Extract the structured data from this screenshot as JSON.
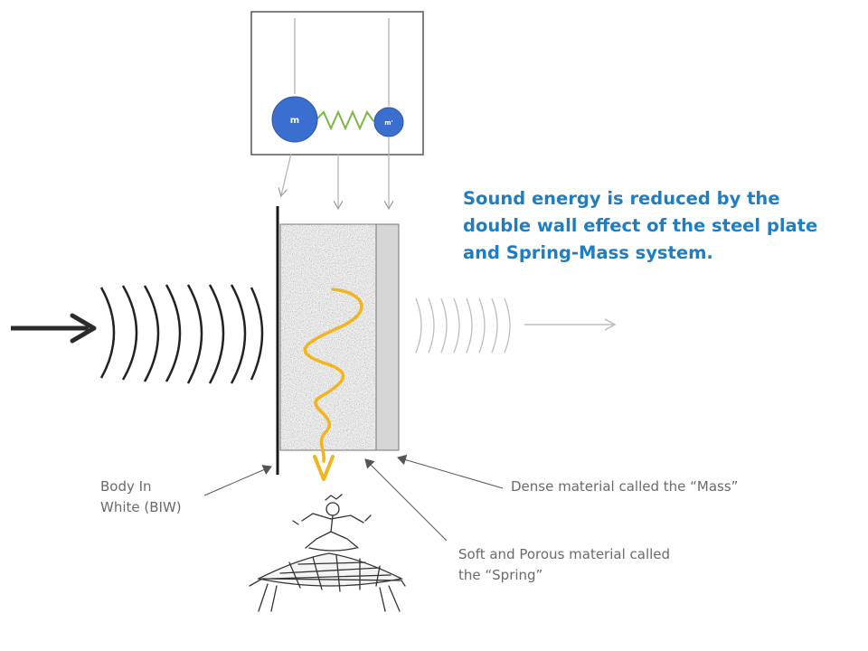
{
  "headline": {
    "lines": [
      "Sound energy is reduced by the",
      "double wall effect of the steel plate",
      "and Spring-Mass system."
    ]
  },
  "inset": {
    "mass_large_label": "m",
    "mass_small_label": "m'"
  },
  "labels": {
    "biw": [
      "Body In",
      "White (BIW)"
    ],
    "mass": "Dense material called the “Mass”",
    "spring": [
      "Soft and Porous material called",
      "the “Spring”"
    ]
  },
  "colors": {
    "headline": "#1f7ec2",
    "mass_ball": "#3a6fcf",
    "spring_line": "#7ab648",
    "wave_path": "#f2b41f",
    "label_text": "#6a6a6a",
    "mass_layer": "#d6d6d6"
  },
  "icons": [
    "incoming-arrow-icon",
    "outgoing-arrow-icon",
    "trampoline-figure-icon"
  ]
}
